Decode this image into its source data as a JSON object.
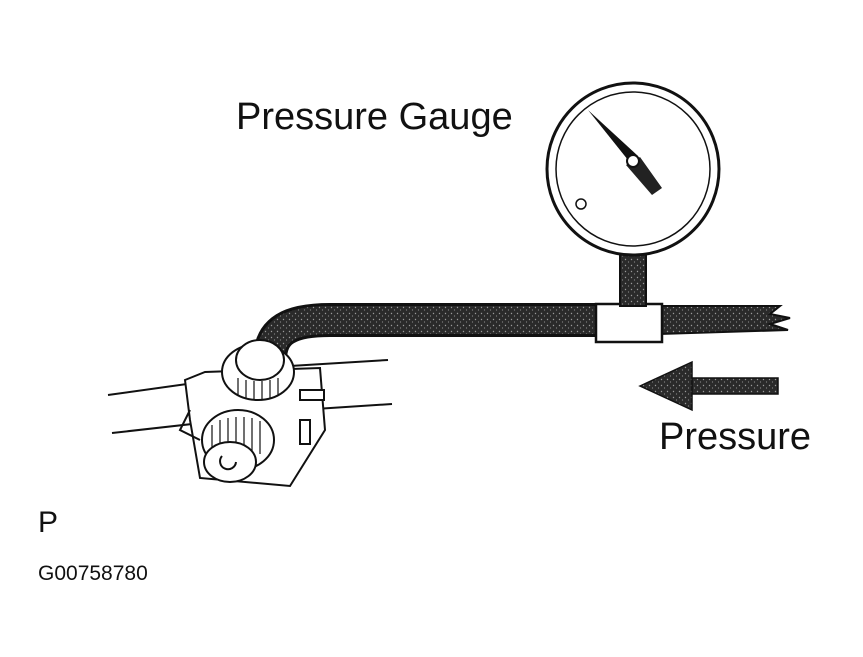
{
  "labels": {
    "gauge": "Pressure Gauge",
    "pressure": "Pressure",
    "corner": "P",
    "figure_id": "G00758780"
  },
  "colors": {
    "line": "#111111",
    "hose_fill": "#3a3a3a",
    "background": "#ffffff"
  },
  "icons": {
    "gauge": "pressure-gauge-icon",
    "arrow": "flow-arrow-left-icon",
    "pump": "pump-fitting-icon"
  }
}
